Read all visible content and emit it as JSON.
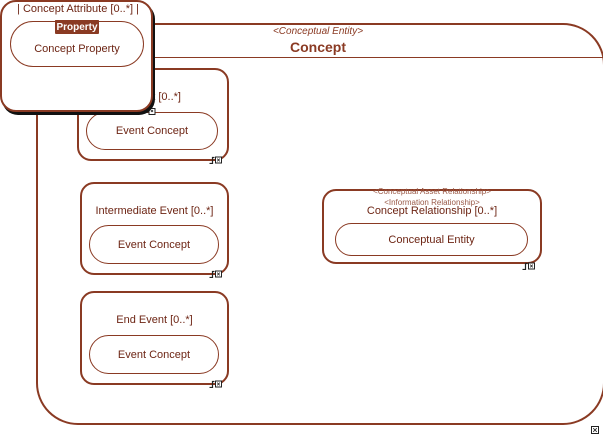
{
  "concept": {
    "stereotype": "<Conceptual Entity>",
    "title": "Concept"
  },
  "attribute_group": {
    "title": "| Concept Attribute [0..*] |",
    "tab_label": "Property",
    "pill_label": "Concept Property"
  },
  "start_event": {
    "title_visible": "ent [0..*]",
    "pill_label": "Event Concept"
  },
  "intermediate_event": {
    "title": "Intermediate Event [0..*]",
    "pill_label": "Event Concept"
  },
  "end_event": {
    "title": "End Event [0..*]",
    "pill_label": "Event Concept"
  },
  "relationship": {
    "stereotype_1": "<Conceptual Asset Relationship>",
    "stereotype_2": "<Information Relationship>",
    "title": "Concept Relationship [0..*]",
    "pill_label": "Conceptual Entity"
  },
  "colors": {
    "border": "#8a3a23",
    "text": "#6d2514",
    "tab_fill": "#8a3a23",
    "shadow": "#111111"
  },
  "icons": [
    "expand-marker-icon",
    "corner-marker-icon"
  ]
}
